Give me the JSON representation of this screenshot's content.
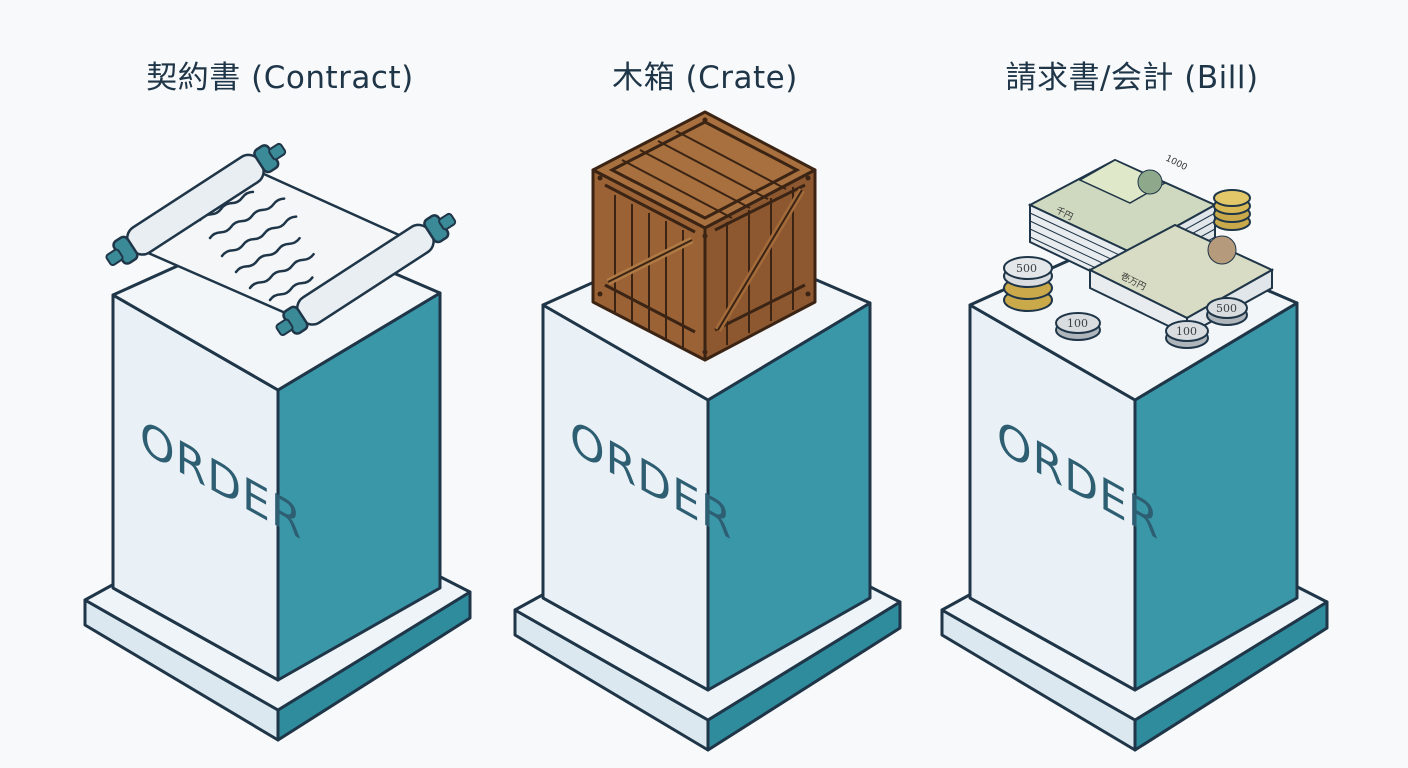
{
  "panels": [
    {
      "title": "契約書 (Contract)",
      "pedestal_label": "ORDER",
      "object": "scroll-icon"
    },
    {
      "title": "木箱 (Crate)",
      "pedestal_label": "ORDER",
      "object": "crate-icon"
    },
    {
      "title": "請求書/会計 (Bill)",
      "pedestal_label": "ORDER",
      "object": "money-stack-icon"
    }
  ],
  "money": {
    "note_value": "1000",
    "note_label_1": "千円",
    "note_label_2": "壱万円",
    "coins": [
      "500",
      "100",
      "100",
      "500"
    ]
  },
  "colors": {
    "teal": "#3a97a8",
    "pedestal_light": "#e8f0f5",
    "outline": "#1f3548",
    "wood": "#9a6235"
  }
}
